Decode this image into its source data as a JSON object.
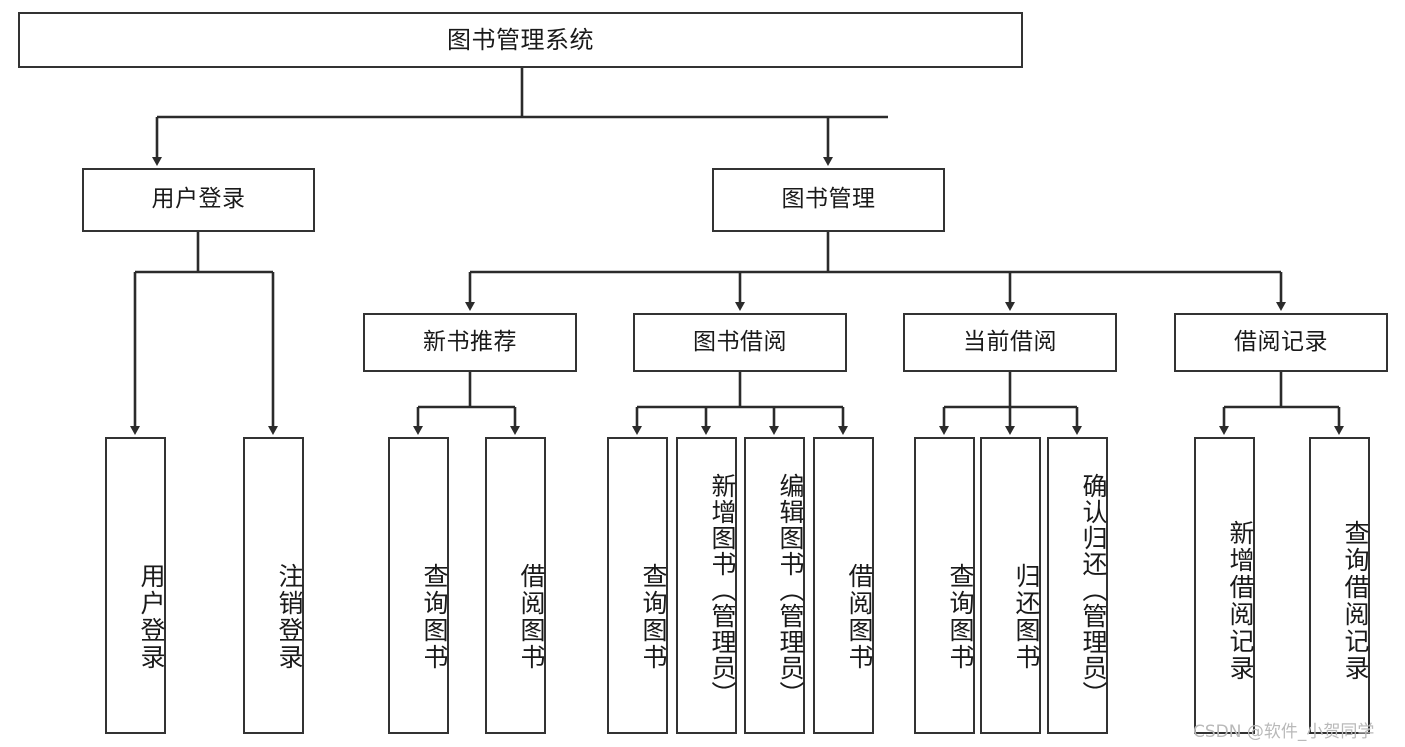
{
  "diagram": {
    "title": "图书管理系统",
    "type": "tree-hierarchy",
    "watermark": "CSDN @软件_小贺同学",
    "colors": {
      "box_border": "#333333",
      "box_fill": "#ffffff",
      "edge": "#2b2b2b",
      "text": "#1a1a1a",
      "watermark": "#b9b9b9",
      "background": "#ffffff"
    },
    "levels": {
      "root": {
        "label": "图书管理系统"
      },
      "level2": [
        {
          "id": "user-login",
          "label": "用户登录"
        },
        {
          "id": "book-manage",
          "label": "图书管理"
        }
      ],
      "level3": [
        {
          "id": "new-book-recommend",
          "label": "新书推荐"
        },
        {
          "id": "book-borrow",
          "label": "图书借阅"
        },
        {
          "id": "current-borrow",
          "label": "当前借阅"
        },
        {
          "id": "borrow-record",
          "label": "借阅记录"
        }
      ],
      "leaves": {
        "user-login": [
          {
            "id": "leaf-user-login",
            "label": "用户登录"
          },
          {
            "id": "leaf-logout-login",
            "label": "注销登录"
          }
        ],
        "new-book-recommend": [
          {
            "id": "leaf-query-book-1",
            "label": "查询图书"
          },
          {
            "id": "leaf-borrow-book-1",
            "label": "借阅图书"
          }
        ],
        "book-borrow": [
          {
            "id": "leaf-query-book-2",
            "label": "查询图书"
          },
          {
            "id": "leaf-add-book-admin",
            "label": "新增图书（管理员）"
          },
          {
            "id": "leaf-edit-book-admin",
            "label": "编辑图书（管理员）"
          },
          {
            "id": "leaf-borrow-book-2",
            "label": "借阅图书"
          }
        ],
        "current-borrow": [
          {
            "id": "leaf-query-book-3",
            "label": "查询图书"
          },
          {
            "id": "leaf-return-book",
            "label": "归还图书"
          },
          {
            "id": "leaf-confirm-return-admin",
            "label": "确认归还（管理员）"
          }
        ],
        "borrow-record": [
          {
            "id": "leaf-add-borrow-record",
            "label": "新增借阅记录"
          },
          {
            "id": "leaf-query-borrow-record",
            "label": "查询借阅记录"
          }
        ]
      }
    }
  }
}
